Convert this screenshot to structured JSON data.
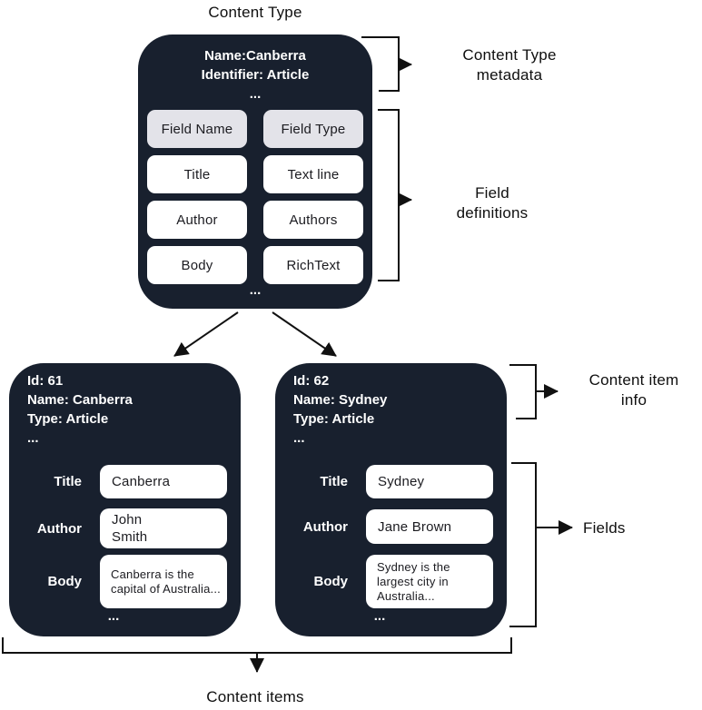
{
  "title_label": "Content Type",
  "colors": {
    "box_background": "#18202e",
    "header_cell_background": "#e3e3e9",
    "cell_background": "#ffffff",
    "connector": "#111111"
  },
  "content_type": {
    "name": "Name:Canberra",
    "identifier": "Identifier: Article",
    "ellipsis": "...",
    "columns": {
      "field_name": "Field Name",
      "field_type": "Field Type"
    },
    "rows": [
      {
        "name": "Title",
        "type": "Text line"
      },
      {
        "name": "Author",
        "type": "Authors"
      },
      {
        "name": "Body",
        "type": "RichText"
      }
    ],
    "footer_ellipsis": "..."
  },
  "callouts": {
    "metadata": "Content Type metadata",
    "field_definitions": "Field definitions",
    "item_info": "Content item info",
    "fields": "Fields",
    "items": "Content items"
  },
  "items": [
    {
      "id": "Id: 61",
      "name": "Name: Canberra",
      "type": "Type: Article",
      "ellipsis": "...",
      "fields": [
        {
          "label": "Title",
          "value": "Canberra"
        },
        {
          "label": "Author",
          "value": "John Smith"
        },
        {
          "label": "Body",
          "value": "Canberra is the capital of Australia..."
        }
      ],
      "footer_ellipsis": "..."
    },
    {
      "id": "Id: 62",
      "name": "Name: Sydney",
      "type": "Type: Article",
      "ellipsis": "...",
      "fields": [
        {
          "label": "Title",
          "value": "Sydney"
        },
        {
          "label": "Author",
          "value": "Jane Brown"
        },
        {
          "label": "Body",
          "value": "Sydney is the largest city in Australia..."
        }
      ],
      "footer_ellipsis": "..."
    }
  ]
}
